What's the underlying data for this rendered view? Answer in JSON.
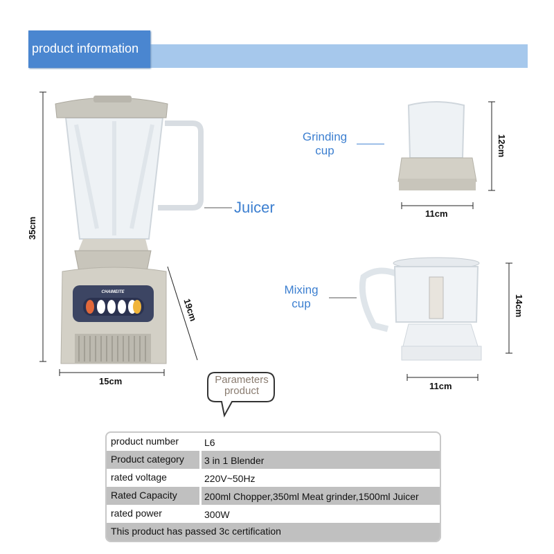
{
  "header": {
    "title": "product information",
    "accent": "#4a86d0",
    "bar_color": "#a6c8ec"
  },
  "product": {
    "logo_text": "CHAIMEITE",
    "juicer": {
      "label": "Juicer",
      "height": "35cm",
      "width": "15cm",
      "depth": "19cm"
    },
    "grinding_cup": {
      "label_line1": "Grinding",
      "label_line2": "cup",
      "height": "12cm",
      "width": "11cm"
    },
    "mixing_cup": {
      "label_line1": "Mixing",
      "label_line2": "cup",
      "height": "14cm",
      "width": "11cm"
    }
  },
  "bubble": {
    "line1": "Parameters",
    "line2": "product"
  },
  "table": {
    "rows": [
      {
        "key": "product number",
        "value": "L6"
      },
      {
        "key": "Product category",
        "value": "3 in 1 Blender"
      },
      {
        "key": "rated voltage",
        "value": "220V~50Hz"
      },
      {
        "key": "Rated Capacity",
        "value": "200ml Chopper,350ml Meat grinder,1500ml Juicer"
      },
      {
        "key": "rated power",
        "value": "300W"
      }
    ],
    "footer": "This product has passed 3c certification"
  }
}
